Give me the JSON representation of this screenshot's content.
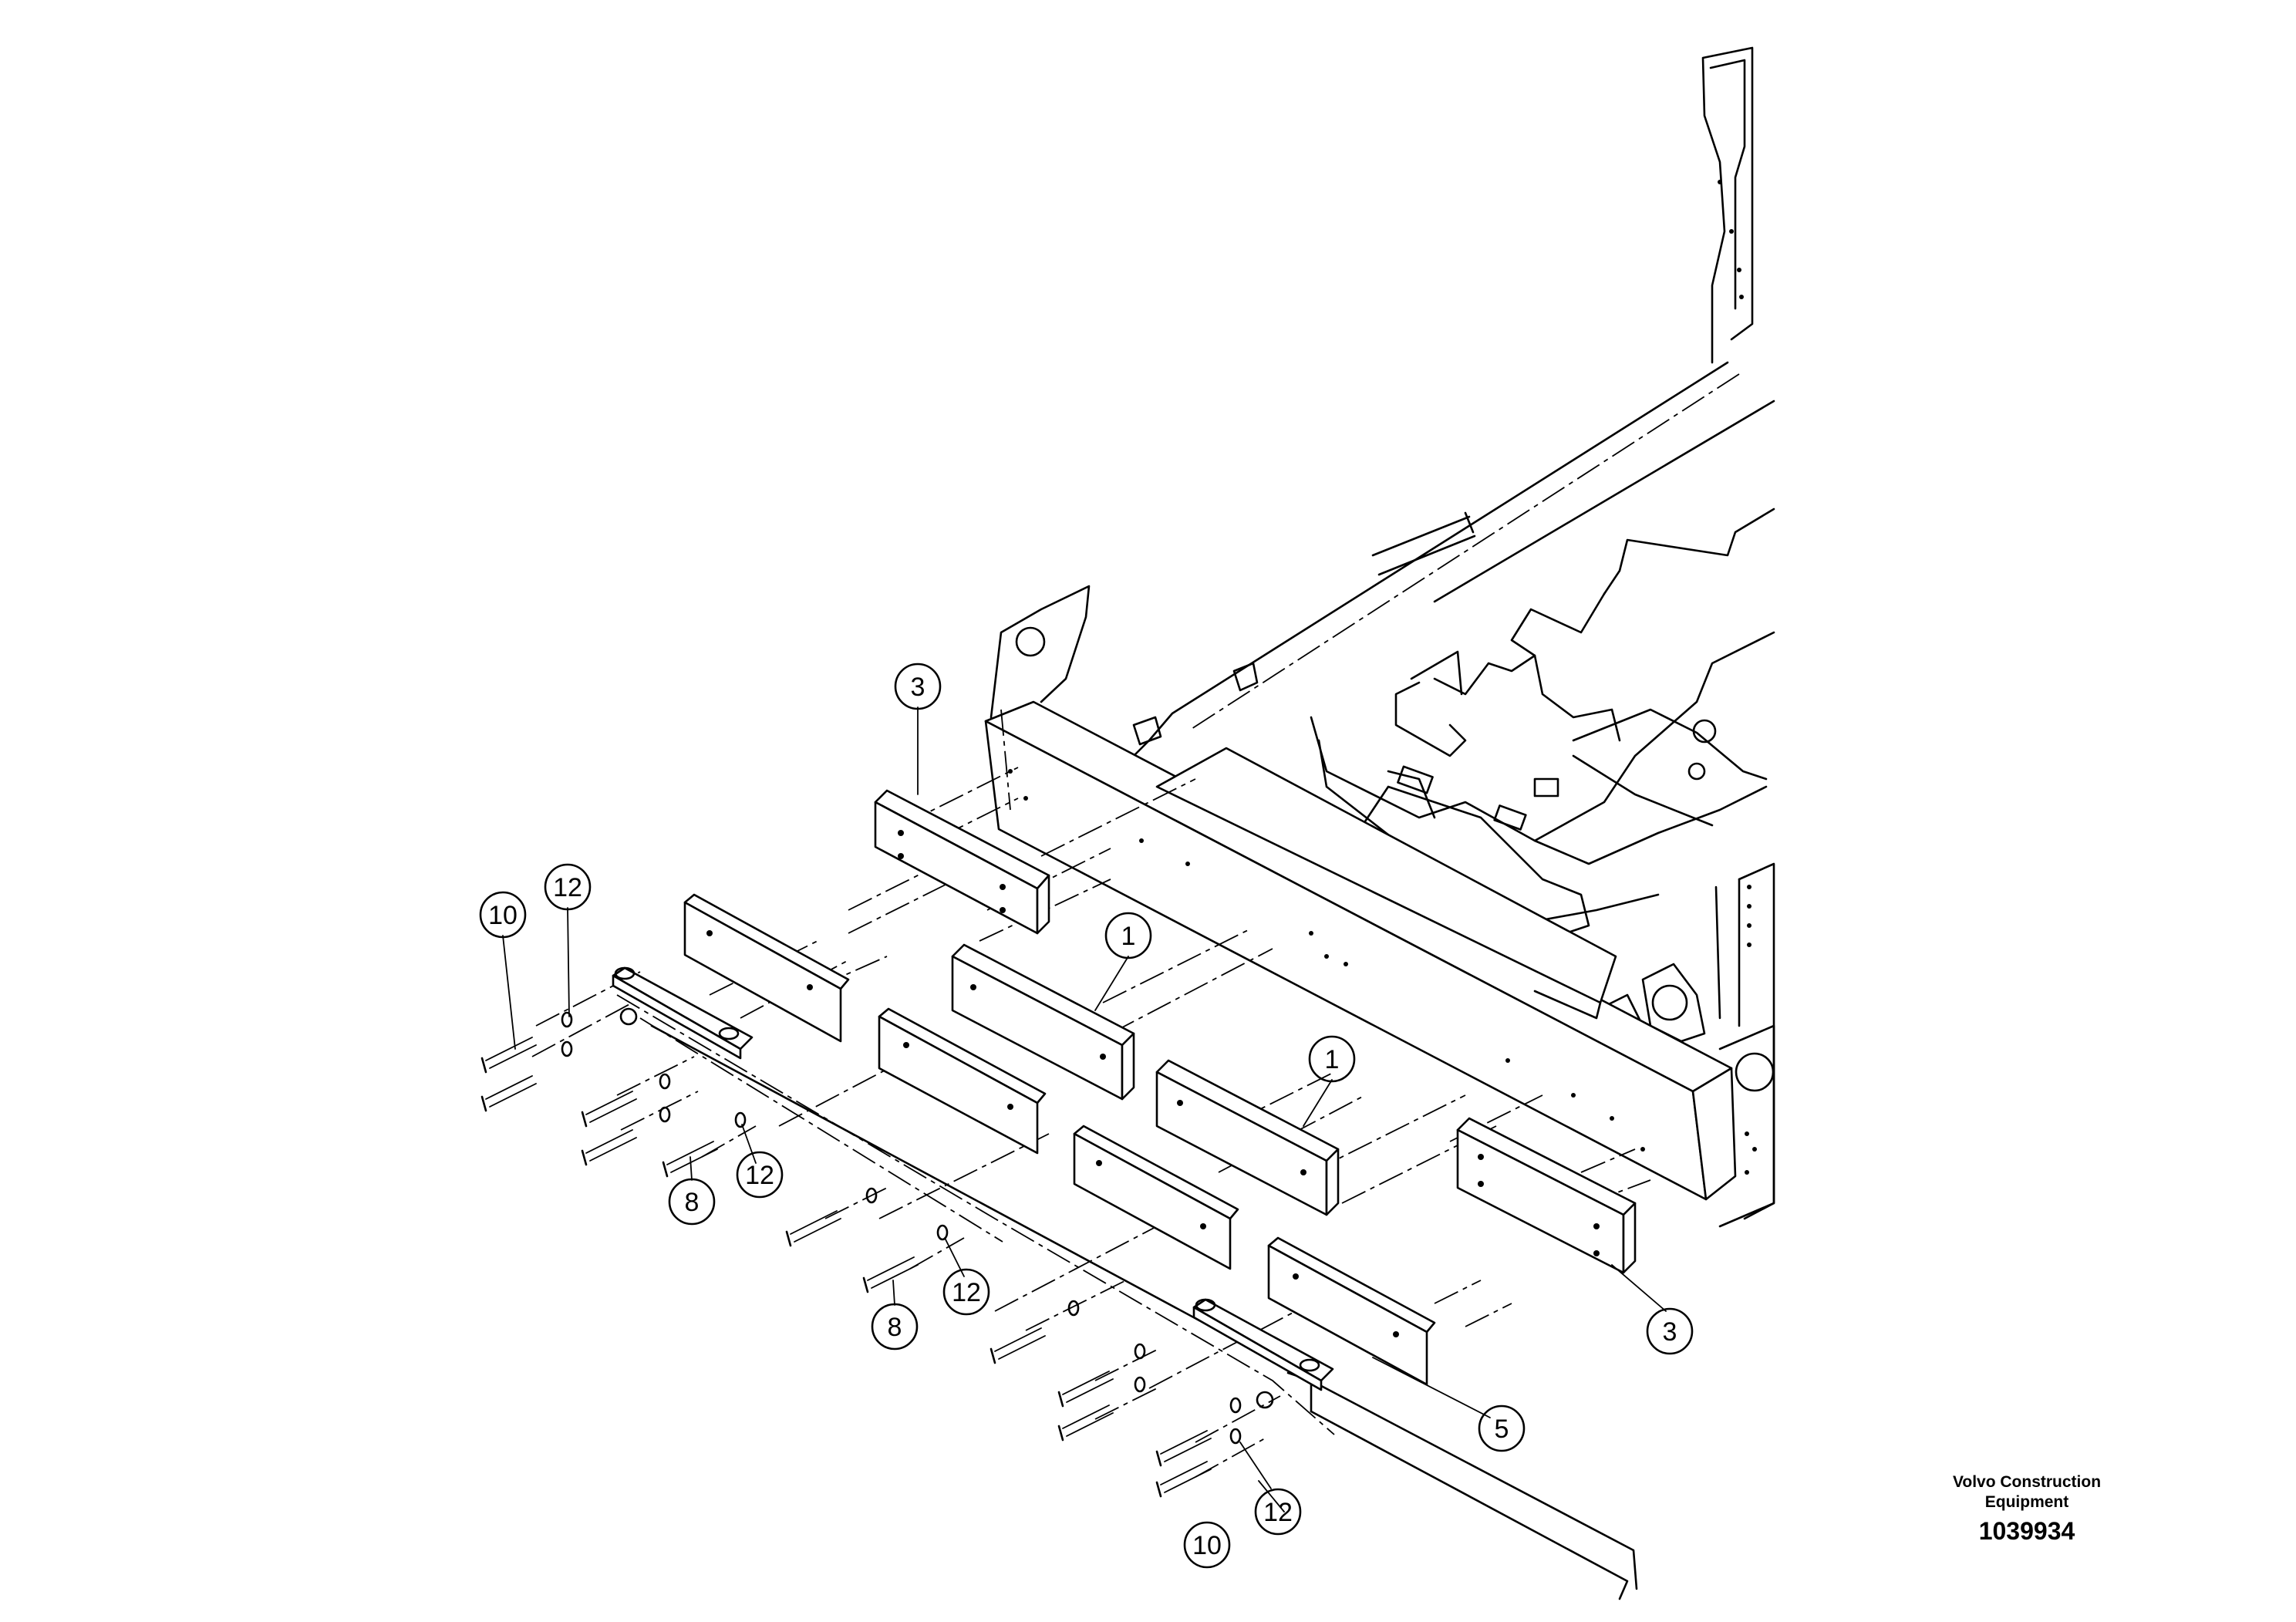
{
  "callouts": [
    "1",
    "1",
    "3",
    "3",
    "5",
    "8",
    "8",
    "10",
    "10",
    "12",
    "12",
    "12",
    "12"
  ],
  "footer": {
    "brand_line_1": "Volvo Construction",
    "brand_line_2": "Equipment",
    "document_number": "1039934"
  }
}
